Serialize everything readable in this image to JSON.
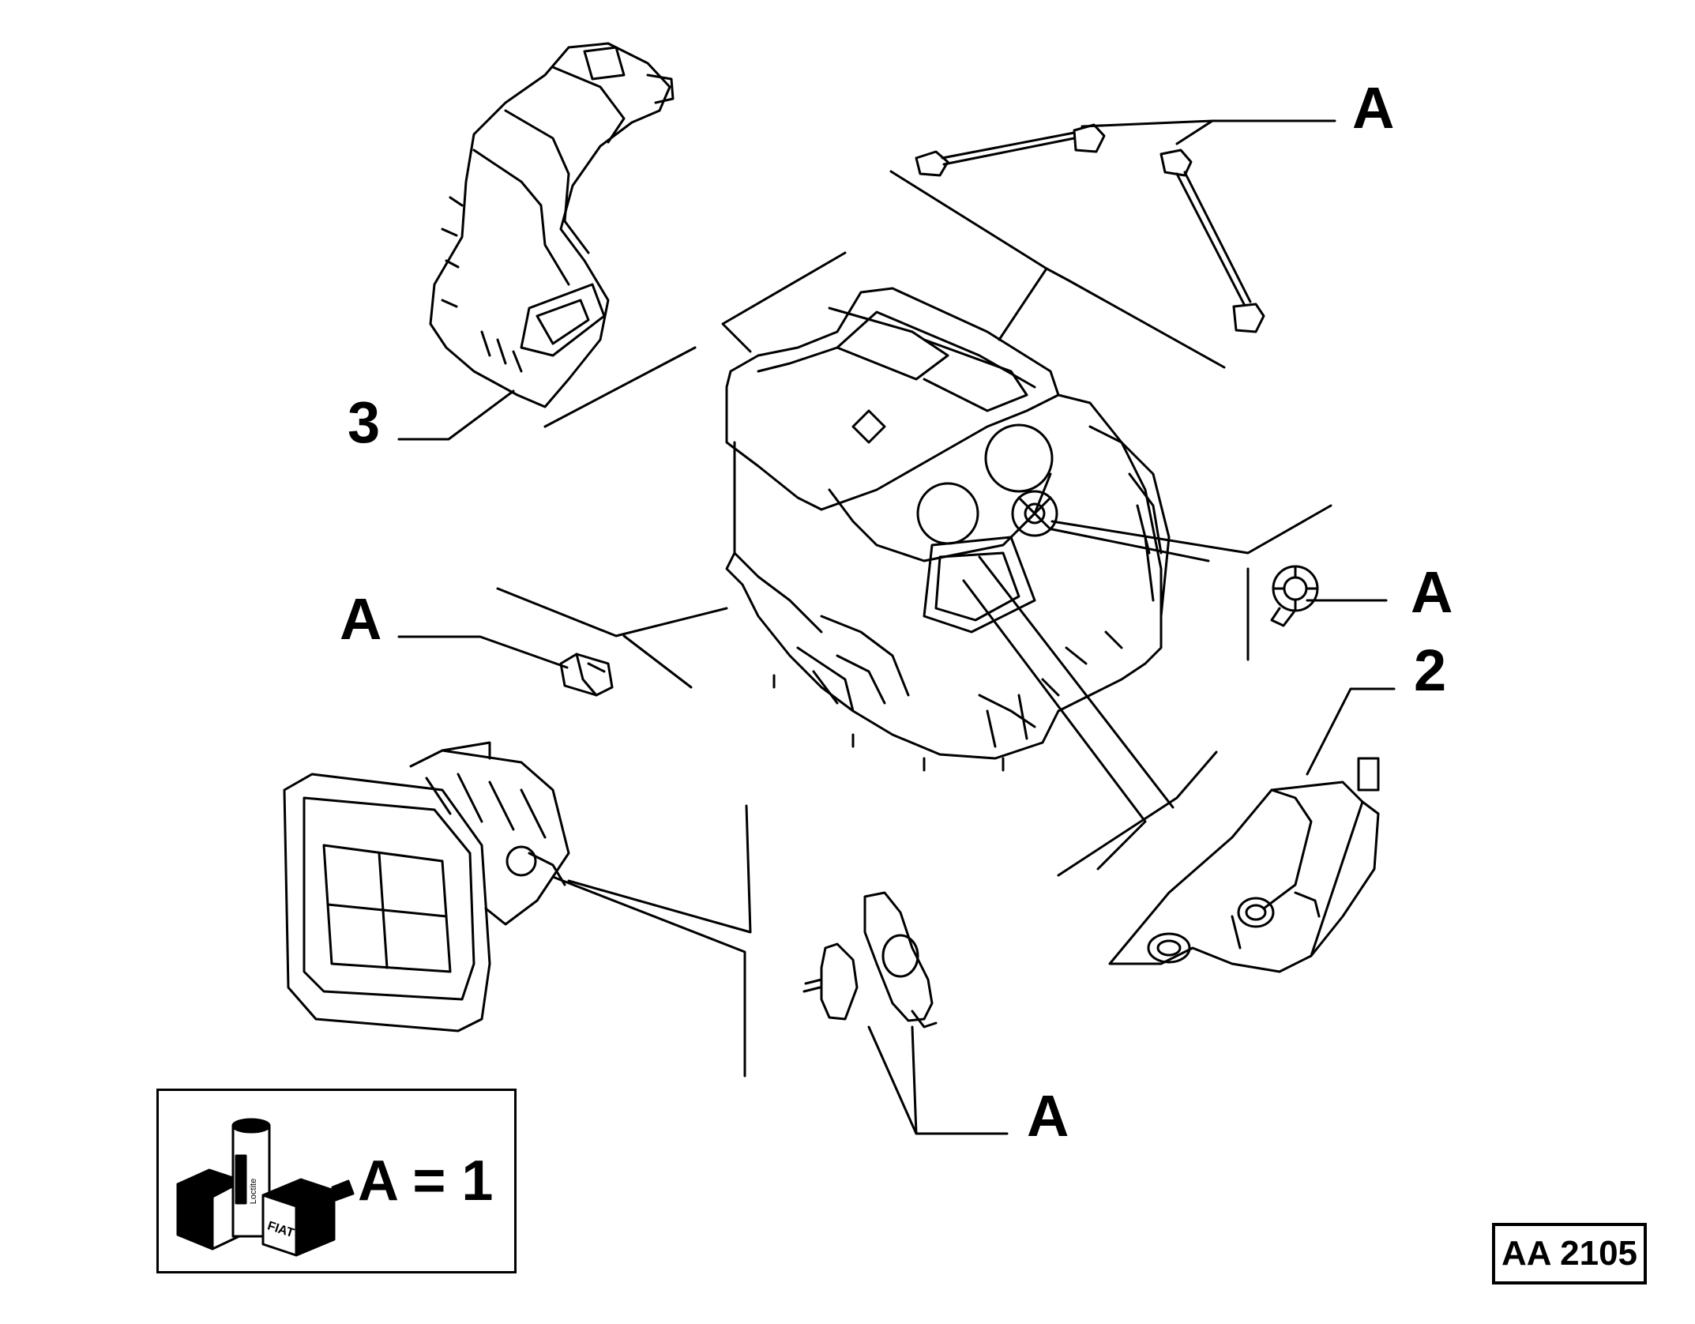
{
  "callouts": {
    "a_top_right": "A",
    "a_right_mid": "A",
    "a_left_mid": "A",
    "a_bottom": "A",
    "part_2": "2",
    "part_3": "3"
  },
  "legend": {
    "label": "A = 1",
    "icon": "fiat-packaging-icon",
    "can_lettering": "Loctite",
    "box_lettering": "FIAT"
  },
  "reference_code": "AA 2105",
  "colors": {
    "ink": "#000000",
    "paper": "#ffffff"
  }
}
